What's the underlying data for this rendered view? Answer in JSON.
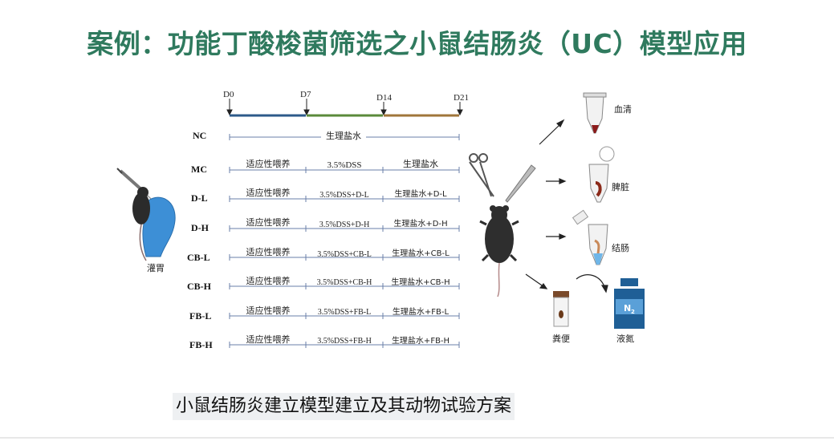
{
  "title": "案例：功能丁酸梭菌筛选之小鼠结肠炎（UC）模型应用",
  "caption": "小鼠结肠炎建立模型建立及其动物试验方案",
  "days": [
    "D0",
    "D7",
    "D14",
    "D21"
  ],
  "timeline_colors": [
    "#2d5a8a",
    "#5a8a3a",
    "#a0763a"
  ],
  "groups": [
    {
      "name": "NC",
      "single": "生理盐水"
    },
    {
      "name": "MC",
      "p1": "适应性喂养",
      "p2": "3.5%DSS",
      "p3": "生理盐水"
    },
    {
      "name": "D-L",
      "p1": "适应性喂养",
      "p2": "3.5%DSS+D-L",
      "p3": "生理盐水+D-L"
    },
    {
      "name": "D-H",
      "p1": "适应性喂养",
      "p2": "3.5%DSS+D-H",
      "p3": "生理盐水+D-H"
    },
    {
      "name": "CB-L",
      "p1": "适应性喂养",
      "p2": "3.5%DSS+CB-L",
      "p3": "生理盐水+CB-L"
    },
    {
      "name": "CB-H",
      "p1": "适应性喂养",
      "p2": "3.5%DSS+CB-H",
      "p3": "生理盐水+CB-H"
    },
    {
      "name": "FB-L",
      "p1": "适应性喂养",
      "p2": "3.5%DSS+FB-L",
      "p3": "生理盐水+FB-L"
    },
    {
      "name": "FB-H",
      "p1": "适应性喂养",
      "p2": "3.5%DSS+FB-H",
      "p3": "生理盐水+FB-H"
    }
  ],
  "labels": {
    "gavage": "灌胃",
    "serum": "血清",
    "spleen": "脾脏",
    "colon": "结肠",
    "feces": "粪便",
    "liquid_nitrogen": "液氮",
    "n2": "N"
  }
}
